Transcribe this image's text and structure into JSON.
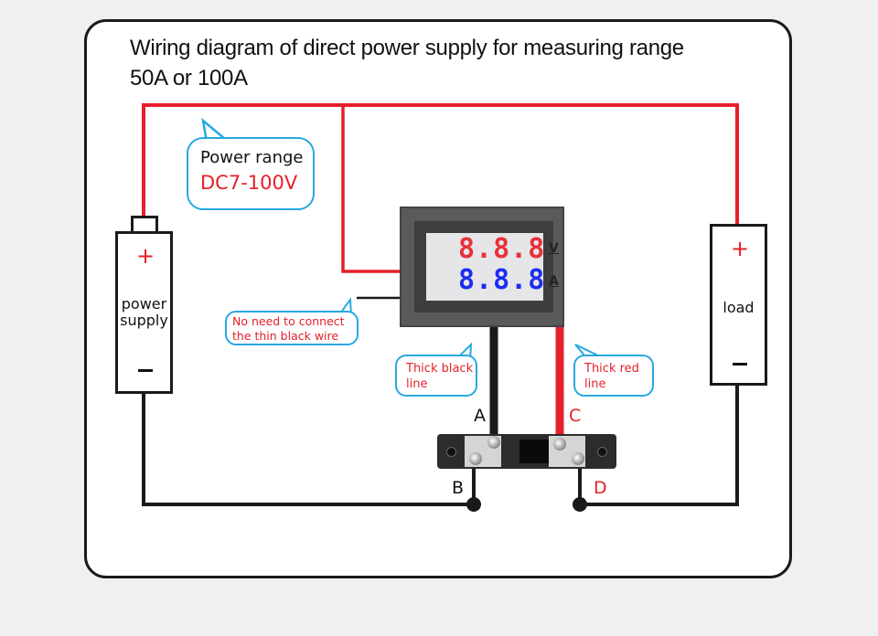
{
  "title": {
    "line1": "Wiring diagram of direct power supply for measuring range",
    "line2": "50A or 100A"
  },
  "callouts": {
    "power_range": {
      "line1": "Power range",
      "line2": "DC7-100V"
    },
    "thin_wire": {
      "line1": "No need to connect",
      "line2": "the thin black wire"
    },
    "thick_black": {
      "line1": "Thick black",
      "line2": "line"
    },
    "thick_red": {
      "line1": "Thick red",
      "line2": "line"
    }
  },
  "power_supply": {
    "plus": "+",
    "minus": "−",
    "label_line1": "power",
    "label_line2": "supply"
  },
  "load": {
    "plus": "+",
    "minus": "−",
    "label": "load"
  },
  "meter": {
    "voltage_display": "8.8.8",
    "current_display": "8.8.8",
    "voltage_unit": "V",
    "current_unit": "A"
  },
  "shunt_terminals": {
    "a": "A",
    "b": "B",
    "c": "C",
    "d": "D"
  },
  "colors": {
    "positive_wire": "#e5202a",
    "negative_wire": "#1a1a1a",
    "callout_border": "#29a8e0",
    "voltage_digits": "#e8323a",
    "current_digits": "#1d2ef0"
  }
}
